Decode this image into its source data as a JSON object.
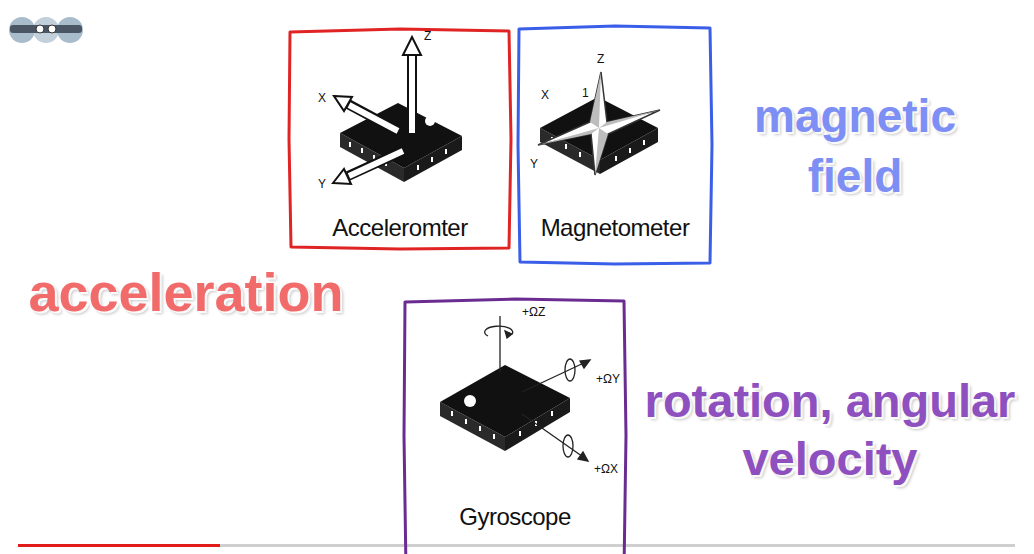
{
  "diagram": {
    "nodes": [
      {
        "text": [
          "Acceleromter"
        ]
      },
      {
        "text": [
          "Magnetometer"
        ]
      },
      {
        "text": [
          "Gyroscope"
        ]
      }
    ],
    "labels": [
      "acceleration",
      "magnetic field",
      "rotation, angular velocity",
      "X",
      "Y",
      "Z",
      "Z",
      "X",
      "Y",
      "1",
      "+ΩZ",
      "+ΩY",
      "+ΩX"
    ]
  }
}
